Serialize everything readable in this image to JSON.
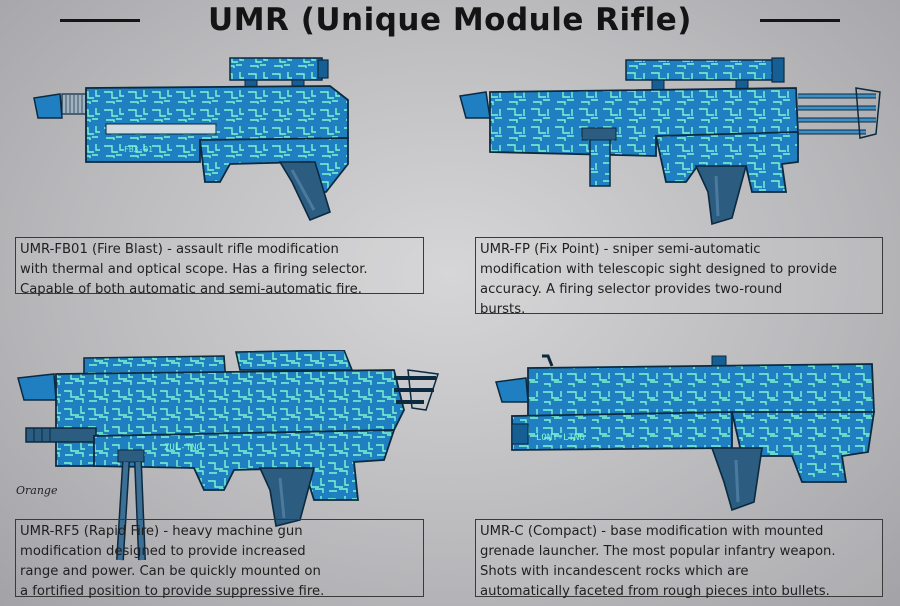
{
  "title": "UMR (Unique Module Rifle)",
  "signature": "Orange",
  "colors": {
    "body": "#1f7fc0",
    "body_dark": "#165f95",
    "circuit": "#7ff5d0",
    "grip": "#2c5d80",
    "metal": "#4a7aa0"
  },
  "weapons": [
    {
      "id": "fb01",
      "engraving": "FB3-01",
      "desc_lines": [
        "UMR-FB01 (Fire Blast) - assault rifle modification",
        "with thermal and optical scope.  Has a firing selector.",
        "Capable of both automatic and semi-automatic fire."
      ]
    },
    {
      "id": "fp",
      "engraving": "",
      "desc_lines": [
        "UMR-FP (Fix Point)        - sniper semi-automatic",
        "modification with telescopic sight designed to provide",
        "accuracy.  A  firing  selector  provides  two-round",
        "bursts."
      ]
    },
    {
      "id": "rf5",
      "engraving": "ZUL-TNG",
      "desc_lines": [
        "UMR-RF5                  (Rapid Fire) - heavy machine gun",
        "modification                designed to provide increased",
        "range and                    power. Can be quickly mounted on",
        "a fortified position to provide suppressive fire."
      ]
    },
    {
      "id": "c",
      "engraving": "LONT-LTNG",
      "desc_lines": [
        "UMR-C (Compact) - base modification  with mounted",
        "grenade launcher. The most popular infantry weapon.",
        "Shots      with      incandescent   rocks       which   are",
        "automatically faceted from rough pieces into bullets."
      ]
    }
  ]
}
